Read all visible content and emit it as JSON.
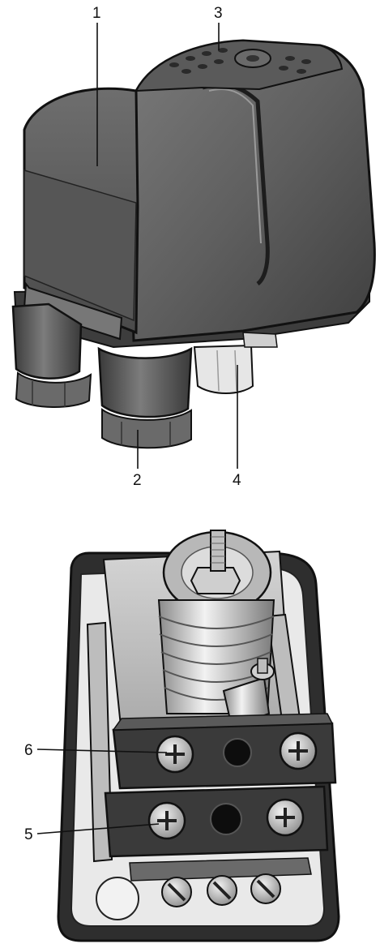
{
  "callouts": [
    {
      "id": "1",
      "label": "1"
    },
    {
      "id": "2",
      "label": "2"
    },
    {
      "id": "3",
      "label": "3"
    },
    {
      "id": "4",
      "label": "4"
    },
    {
      "id": "5",
      "label": "5"
    },
    {
      "id": "6",
      "label": "6"
    }
  ],
  "views": {
    "top": "pressure-switch-exterior",
    "bottom": "pressure-switch-interior-terminals"
  }
}
